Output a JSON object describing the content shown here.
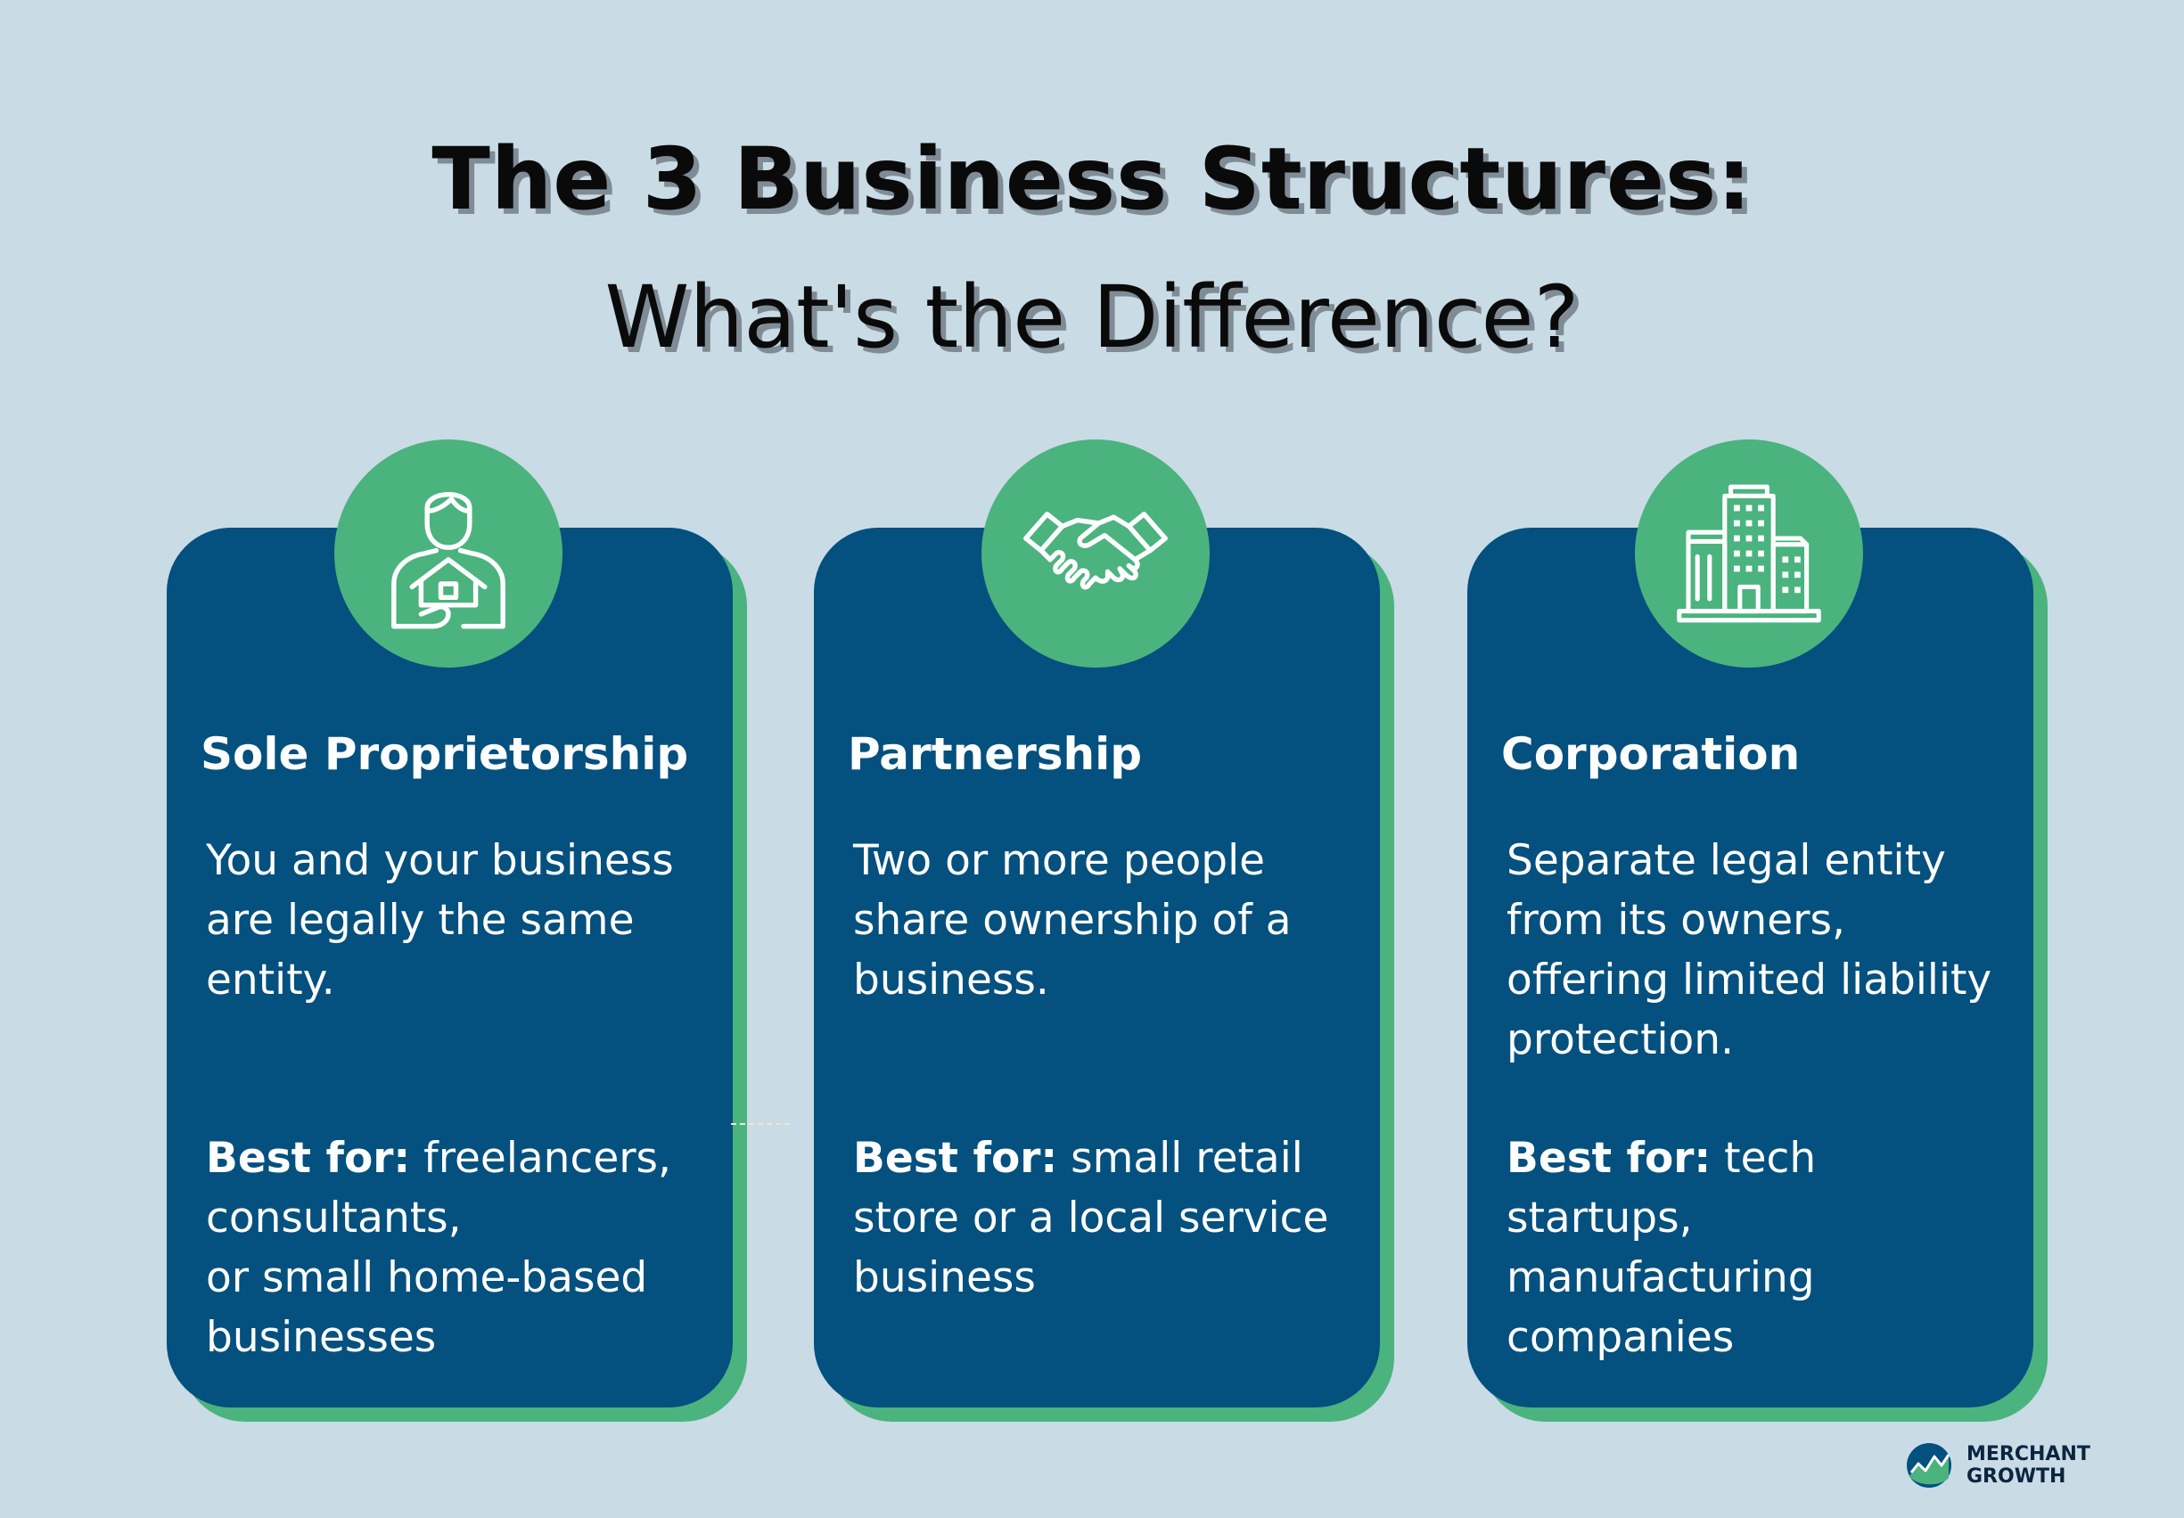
{
  "header": {
    "title": "The 3 Business Structures:",
    "subtitle": "What's the Difference?"
  },
  "cards": [
    {
      "icon": "person-house-icon",
      "title": "Sole Proprietorship",
      "description": "You and your business are legally the same entity.",
      "best_for_label": "Best for:",
      "best_for_lines": [
        " freelancers,",
        "consultants,",
        "or small home-based",
        "businesses"
      ]
    },
    {
      "icon": "handshake-icon",
      "title": "Partnership",
      "description": "Two or more people share ownership of a business.",
      "best_for_label": "Best for:",
      "best_for_lines": [
        " small retail",
        "store or a local service",
        "business"
      ]
    },
    {
      "icon": "office-building-icon",
      "title": "Corporation",
      "description": "Separate legal entity from its owners, offering limited liability protection.",
      "best_for_label": "Best for:",
      "best_for_lines": [
        " tech startups,",
        "manufacturing",
        "companies"
      ]
    }
  ],
  "brand": {
    "line1": "MERCHANT",
    "line2": "GROWTH"
  },
  "colors": {
    "background": "#c9dbe5",
    "card": "#04507f",
    "accent": "#4bb37e",
    "title": "#0a0a0a"
  }
}
